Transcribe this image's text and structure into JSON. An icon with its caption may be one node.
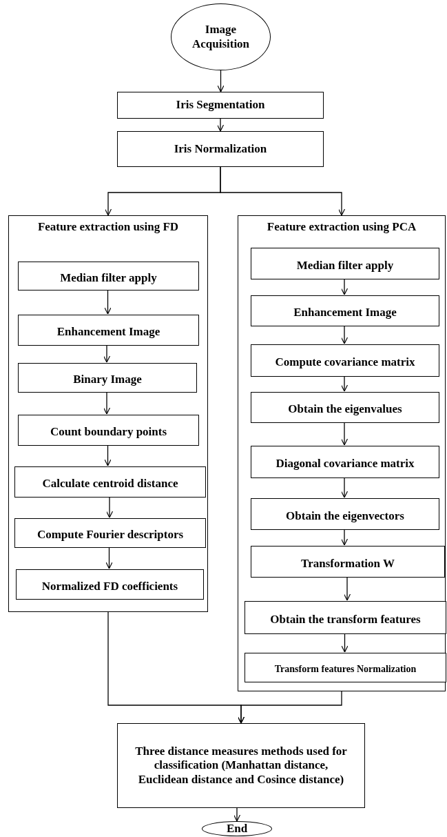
{
  "diagram": {
    "nodes": [
      {
        "text": [
          "Image Acquisition"
        ]
      },
      {
        "text": [
          "Iris Segmentation"
        ]
      },
      {
        "text": [
          "Iris Normalization"
        ]
      },
      {
        "text": [
          "Feature extraction using FD"
        ]
      },
      {
        "text": [
          "Median filter apply"
        ],
        "in": 3
      },
      {
        "text": [
          "Enhancement Image"
        ],
        "in": 3
      },
      {
        "text": [
          "Binary Image"
        ],
        "in": 3
      },
      {
        "text": [
          "Count boundary points"
        ],
        "in": 3
      },
      {
        "text": [
          "Calculate centroid distance"
        ],
        "in": 3
      },
      {
        "text": [
          "Compute Fourier descriptors"
        ],
        "in": 3
      },
      {
        "text": [
          "Normalized FD coefficients"
        ],
        "in": 3
      },
      {
        "text": [
          "Feature extraction using PCA"
        ]
      },
      {
        "text": [
          "Median filter apply"
        ],
        "in": 11
      },
      {
        "text": [
          "Enhancement Image"
        ],
        "in": 11
      },
      {
        "text": [
          "Compute covariance matrix"
        ],
        "in": 11
      },
      {
        "text": [
          "Obtain the eigenvalues"
        ],
        "in": 11
      },
      {
        "text": [
          "Diagonal covariance matrix"
        ],
        "in": 11
      },
      {
        "text": [
          "Obtain the eigenvectors"
        ],
        "in": 11
      },
      {
        "text": [
          "Transformation W"
        ],
        "in": 11
      },
      {
        "text": [
          "Obtain the transform features"
        ],
        "in": 11
      },
      {
        "text": [
          "Transform features Normalization"
        ],
        "in": 11
      },
      {
        "text": [
          "Three distance measures methods used for classification (Manhattan distance, Euclidean distance and Cosince distance)"
        ]
      },
      {
        "text": [
          "End"
        ]
      }
    ],
    "edges": [
      {
        "from": 0,
        "to": 1,
        "arrow": "to"
      },
      {
        "from": 1,
        "to": 2,
        "arrow": "to"
      },
      {
        "from": 2,
        "to": 3,
        "arrow": "to"
      },
      {
        "from": 2,
        "to": 11,
        "arrow": "to"
      },
      {
        "from": 4,
        "to": 5,
        "arrow": "to"
      },
      {
        "from": 5,
        "to": 6,
        "arrow": "to"
      },
      {
        "from": 6,
        "to": 7,
        "arrow": "to"
      },
      {
        "from": 7,
        "to": 8,
        "arrow": "to"
      },
      {
        "from": 8,
        "to": 9,
        "arrow": "to"
      },
      {
        "from": 9,
        "to": 10,
        "arrow": "to"
      },
      {
        "from": 12,
        "to": 13,
        "arrow": "to"
      },
      {
        "from": 13,
        "to": 14,
        "arrow": "to"
      },
      {
        "from": 14,
        "to": 15,
        "arrow": "to"
      },
      {
        "from": 15,
        "to": 16,
        "arrow": "to"
      },
      {
        "from": 16,
        "to": 17,
        "arrow": "to"
      },
      {
        "from": 17,
        "to": 18,
        "arrow": "to"
      },
      {
        "from": 18,
        "to": 19,
        "arrow": "to"
      },
      {
        "from": 19,
        "to": 20,
        "arrow": "to"
      },
      {
        "from": 3,
        "to": 21,
        "arrow": "to"
      },
      {
        "from": 11,
        "to": 21,
        "arrow": "to"
      },
      {
        "from": 21,
        "to": 22,
        "arrow": "to"
      }
    ]
  }
}
